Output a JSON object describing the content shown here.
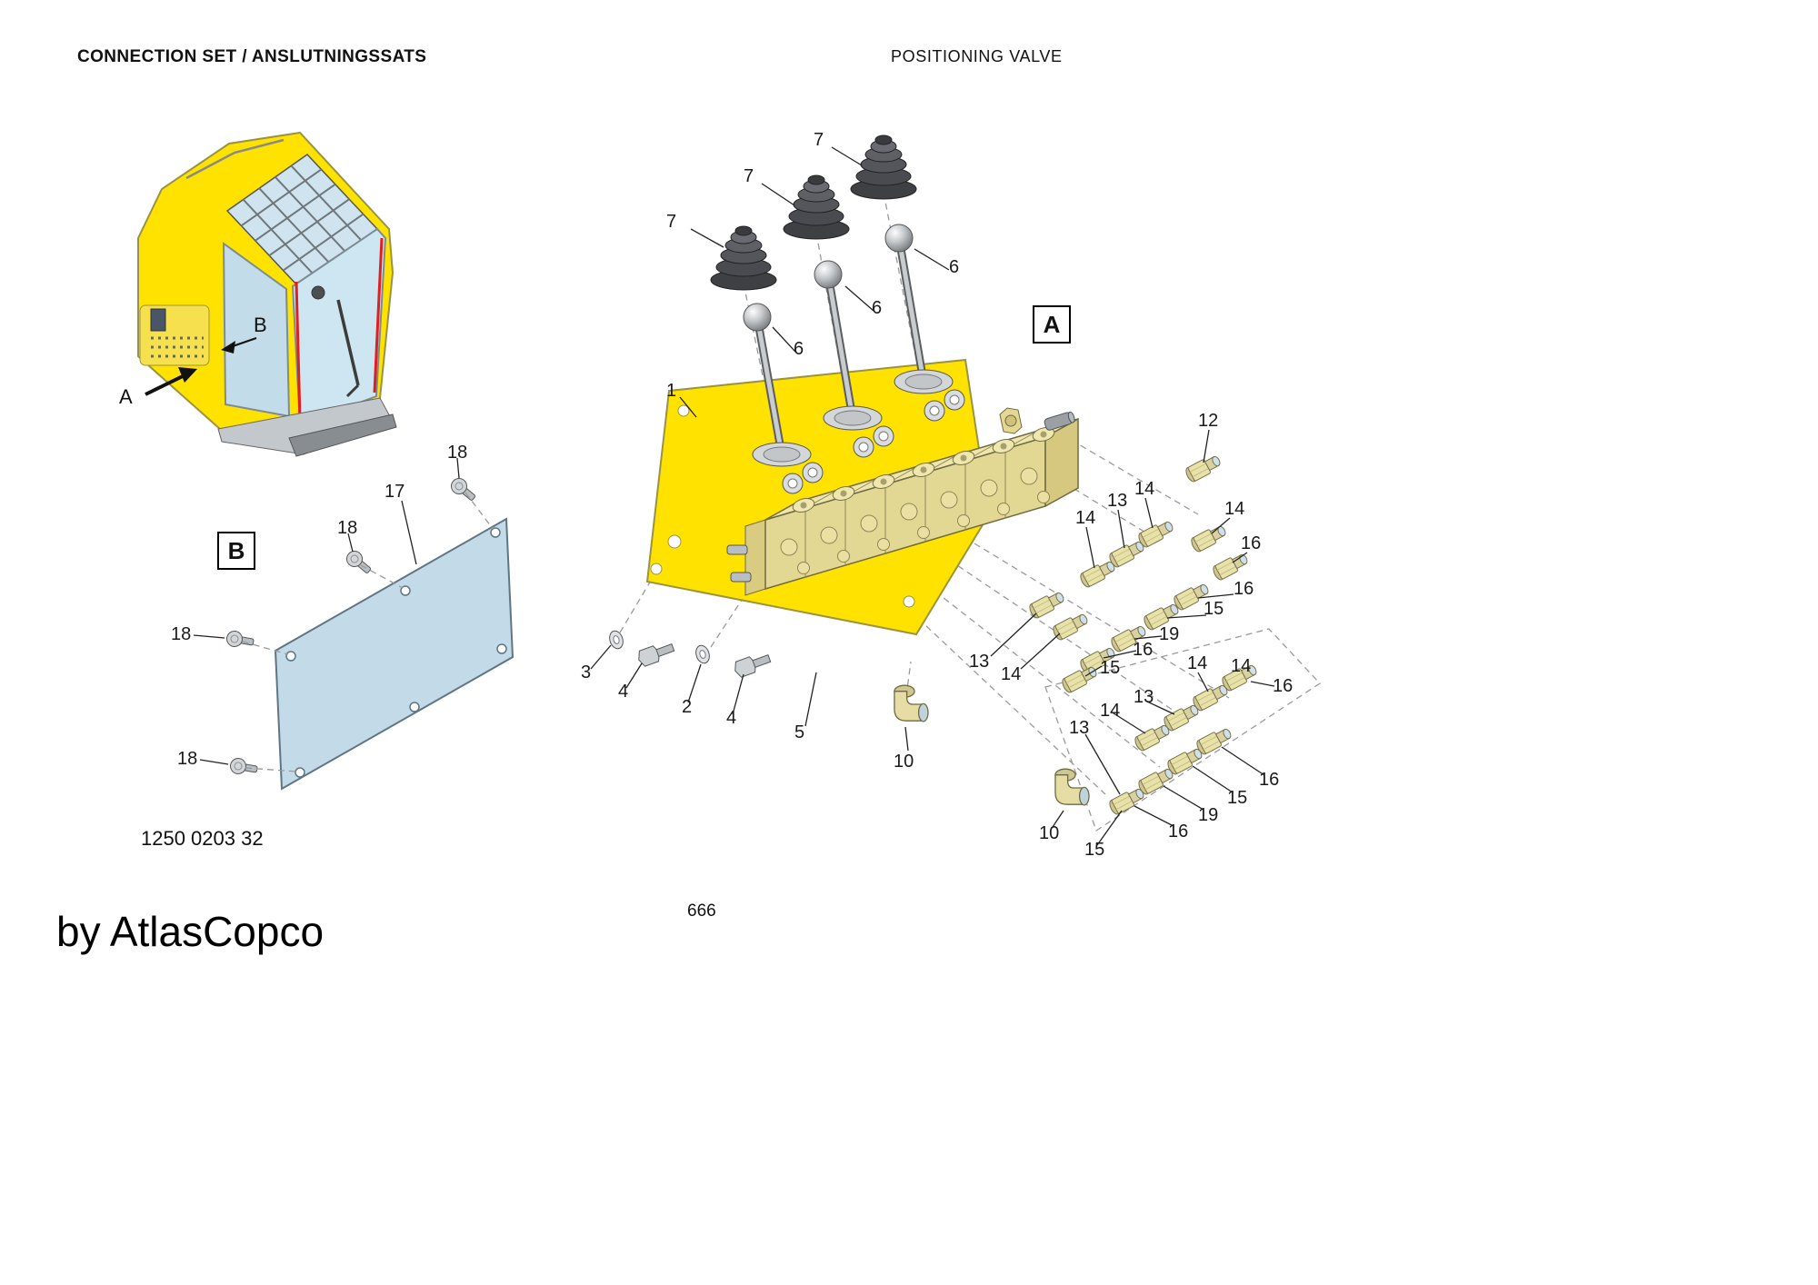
{
  "header": {
    "title_left": "CONNECTION SET / ANSLUTNINGSSATS",
    "title_right": "POSITIONING VALVE"
  },
  "footer": {
    "part_number": "1250 0203 32",
    "page_number": "666",
    "byline": "by AtlasCopco"
  },
  "views": {
    "detail_a": "A",
    "detail_b": "B",
    "cab_pointer_a": "A",
    "cab_pointer_b": "B"
  },
  "colors": {
    "cab_yellow": "#ffe200",
    "panel_blue": "#c3dae8",
    "valve_tan": "#e6da96",
    "fitting_tan": "#e9e2a8",
    "accent_red": "#e02020",
    "bellows_gray": "#4a4b50"
  },
  "callouts": [
    {
      "label": "7"
    },
    {
      "label": "7"
    },
    {
      "label": "7"
    },
    {
      "label": "6"
    },
    {
      "label": "6"
    },
    {
      "label": "6"
    },
    {
      "label": "1"
    },
    {
      "label": "12"
    },
    {
      "label": "14"
    },
    {
      "label": "13"
    },
    {
      "label": "14"
    },
    {
      "label": "14"
    },
    {
      "label": "16"
    },
    {
      "label": "16"
    },
    {
      "label": "15"
    },
    {
      "label": "19"
    },
    {
      "label": "16"
    },
    {
      "label": "13"
    },
    {
      "label": "14"
    },
    {
      "label": "15"
    },
    {
      "label": "14"
    },
    {
      "label": "14"
    },
    {
      "label": "16"
    },
    {
      "label": "13"
    },
    {
      "label": "14"
    },
    {
      "label": "13"
    },
    {
      "label": "3"
    },
    {
      "label": "4"
    },
    {
      "label": "2"
    },
    {
      "label": "4"
    },
    {
      "label": "5"
    },
    {
      "label": "10"
    },
    {
      "label": "16"
    },
    {
      "label": "15"
    },
    {
      "label": "19"
    },
    {
      "label": "16"
    },
    {
      "label": "10"
    },
    {
      "label": "15"
    },
    {
      "label": "18"
    },
    {
      "label": "17"
    },
    {
      "label": "18"
    },
    {
      "label": "18"
    },
    {
      "label": "18"
    }
  ]
}
